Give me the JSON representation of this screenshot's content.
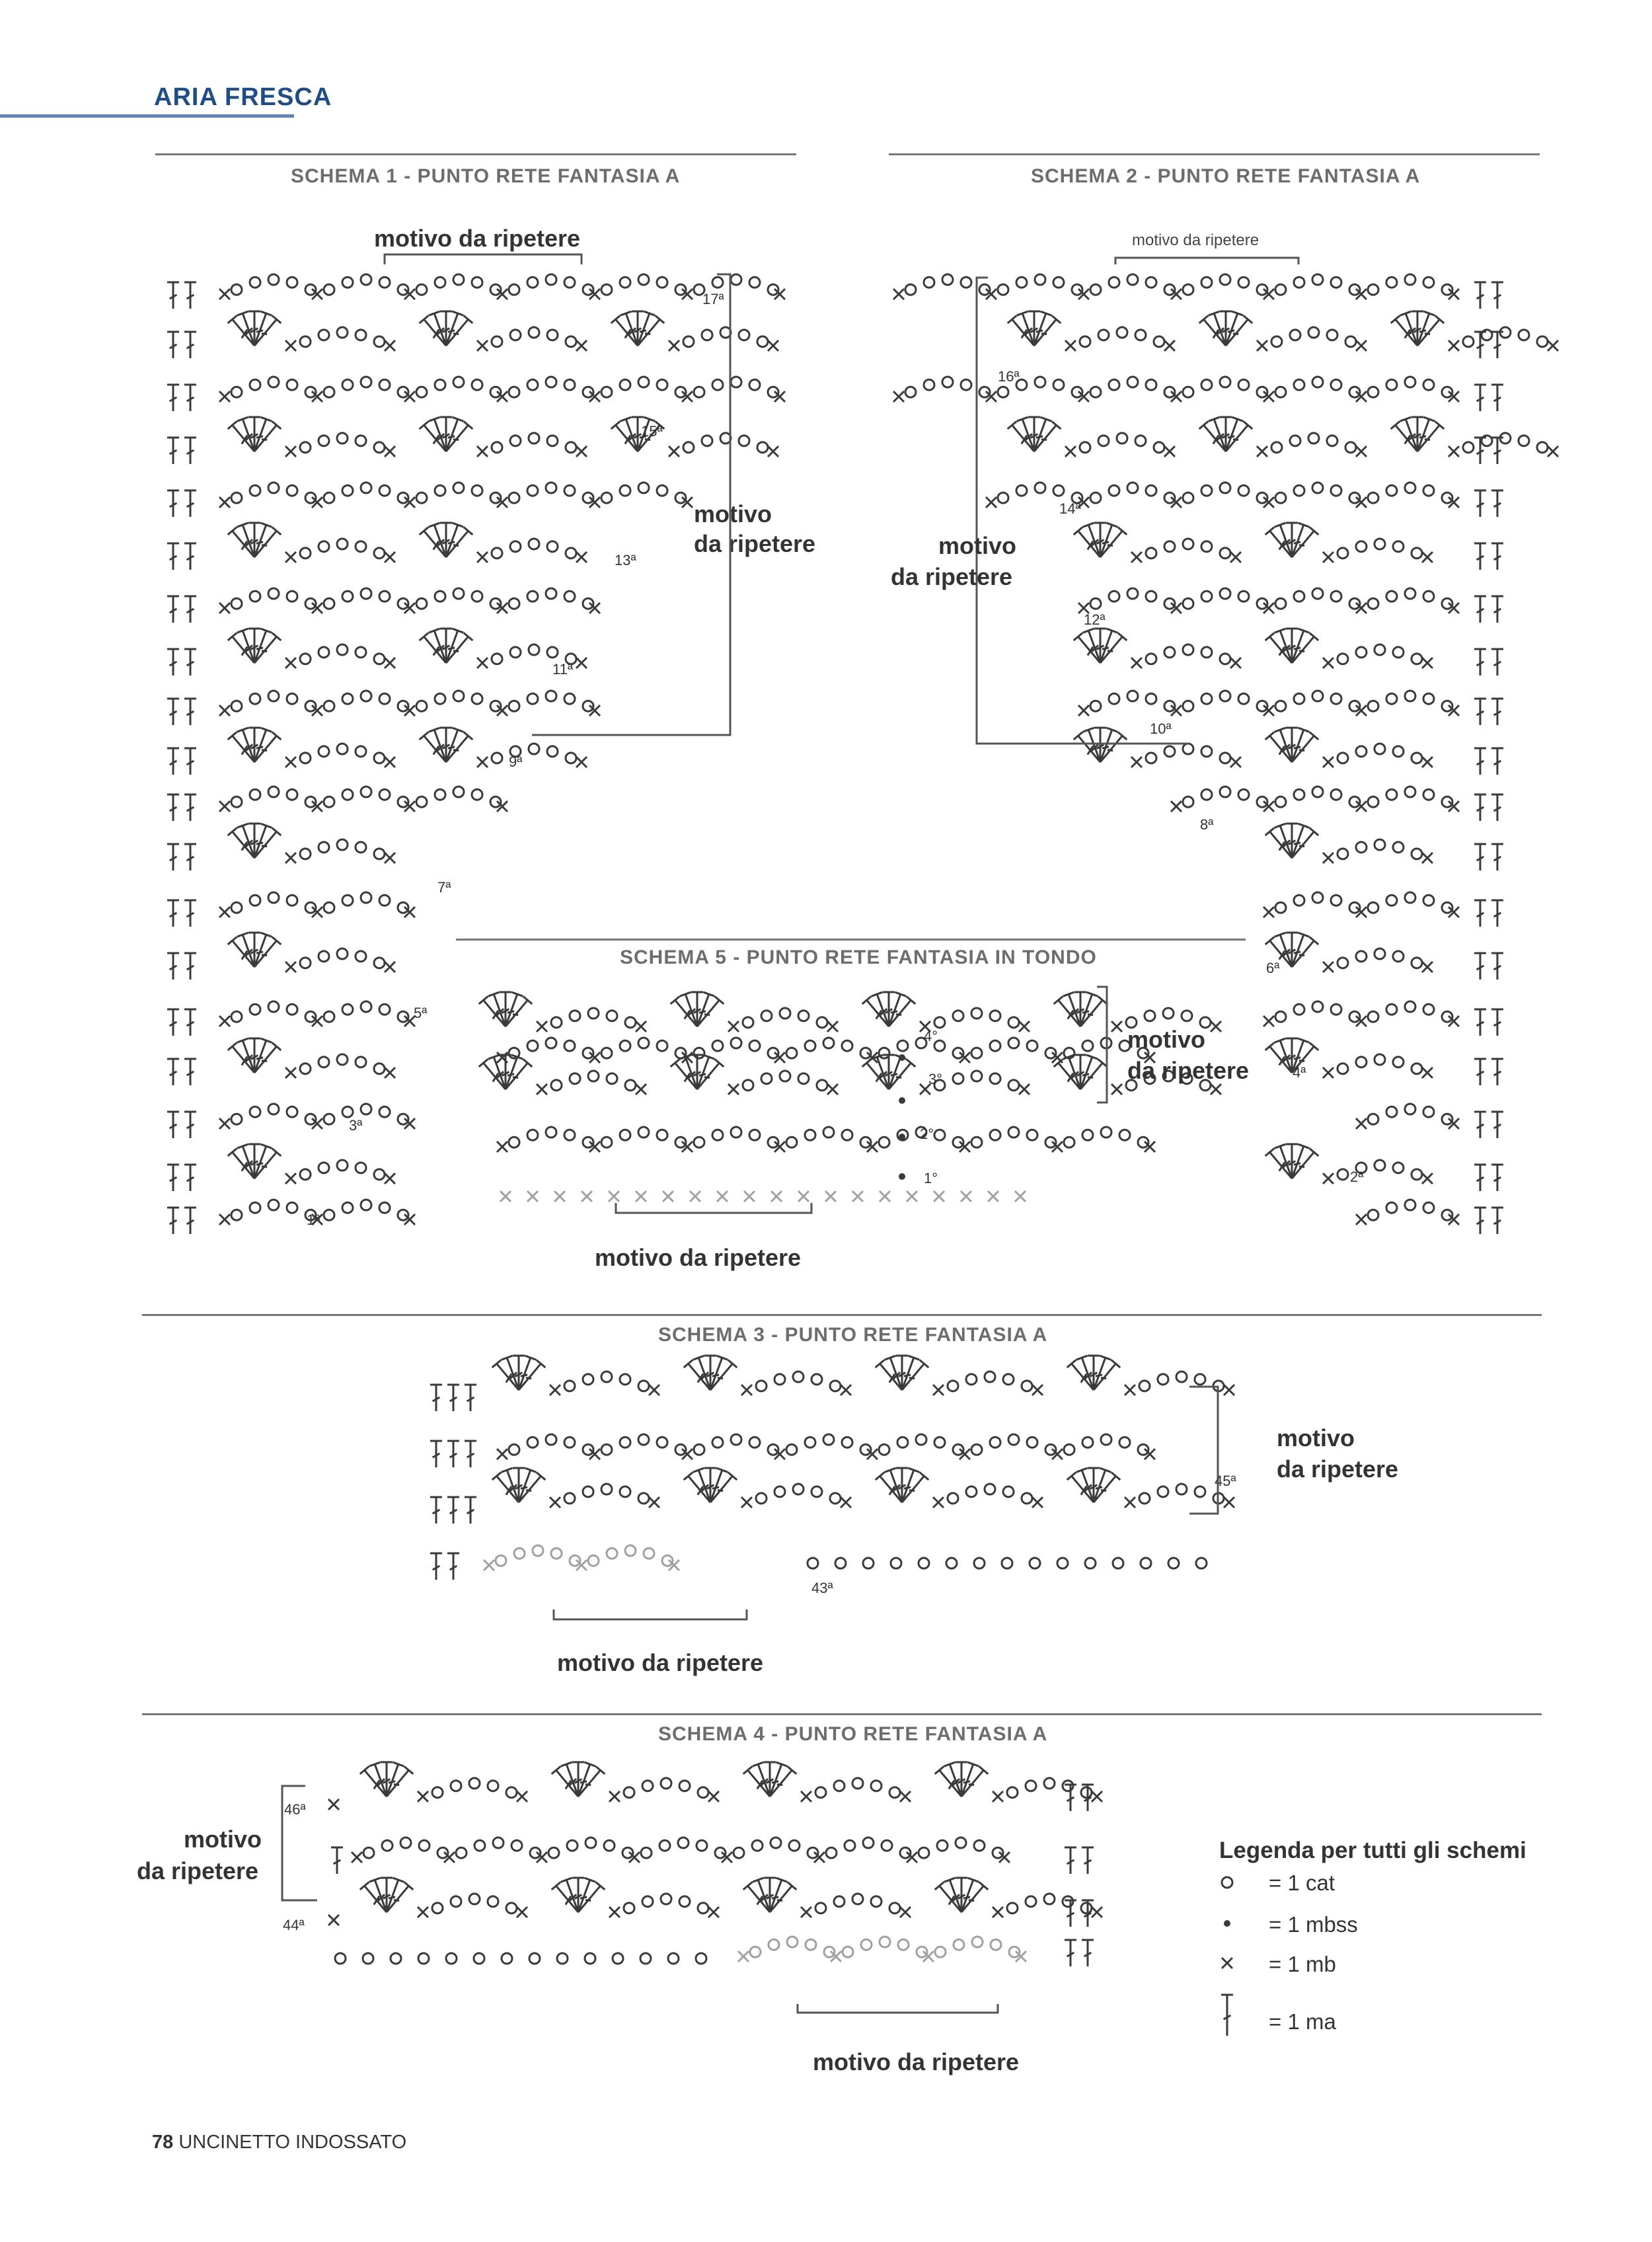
{
  "header": {
    "section": "ARIA FRESCA"
  },
  "schemas": {
    "s1": {
      "title": "SCHEMA 1 - PUNTO RETE FANTASIA A",
      "repeat_top": "motivo da ripetere",
      "repeat_side_1": "motivo",
      "repeat_side_2": "da ripetere",
      "rows": [
        "17ª",
        "15ª",
        "13ª",
        "11ª",
        "9ª",
        "7ª",
        "5ª",
        "3ª",
        "1ª"
      ]
    },
    "s2": {
      "title": "SCHEMA 2 - PUNTO RETE FANTASIA A",
      "repeat_top": "motivo da ripetere",
      "repeat_side_1": "motivo",
      "repeat_side_2": "da ripetere",
      "rows": [
        "16ª",
        "14ª",
        "12ª",
        "10ª",
        "8ª",
        "6ª",
        "4ª",
        "2ª"
      ]
    },
    "s5": {
      "title": "SCHEMA 5 - PUNTO RETE FANTASIA IN TONDO",
      "repeat_side_1": "motivo",
      "repeat_side_2": "da ripetere",
      "repeat_bottom": "motivo da ripetere",
      "rows": [
        "4°",
        "3°",
        "2°",
        "1°"
      ]
    },
    "s3": {
      "title": "SCHEMA 3 - PUNTO RETE FANTASIA A",
      "repeat_side_1": "motivo",
      "repeat_side_2": "da ripetere",
      "repeat_bottom": "motivo da ripetere",
      "rows": [
        "45ª",
        "43ª"
      ]
    },
    "s4": {
      "title": "SCHEMA 4 - PUNTO RETE FANTASIA A",
      "repeat_side_1": "motivo",
      "repeat_side_2": "da ripetere",
      "repeat_bottom": "motivo da ripetere",
      "rows": [
        "46ª",
        "44ª"
      ]
    }
  },
  "legend": {
    "title": "Legenda per tutti gli schemi",
    "items": [
      {
        "symbol": "chain-icon",
        "label": "= 1 cat"
      },
      {
        "symbol": "slip-stitch-icon",
        "label": "= 1 mbss"
      },
      {
        "symbol": "single-crochet-icon",
        "label": "= 1 mb"
      },
      {
        "symbol": "double-crochet-icon",
        "label": "= 1 ma"
      }
    ]
  },
  "footer": {
    "page_number": "78",
    "magazine": "UNCINETTO INDOSSATO"
  },
  "colors": {
    "brand": "#1f4e86",
    "accent_line": "#5d86b3",
    "ink": "#3a3a3a",
    "faded": "#9a9a9a"
  }
}
